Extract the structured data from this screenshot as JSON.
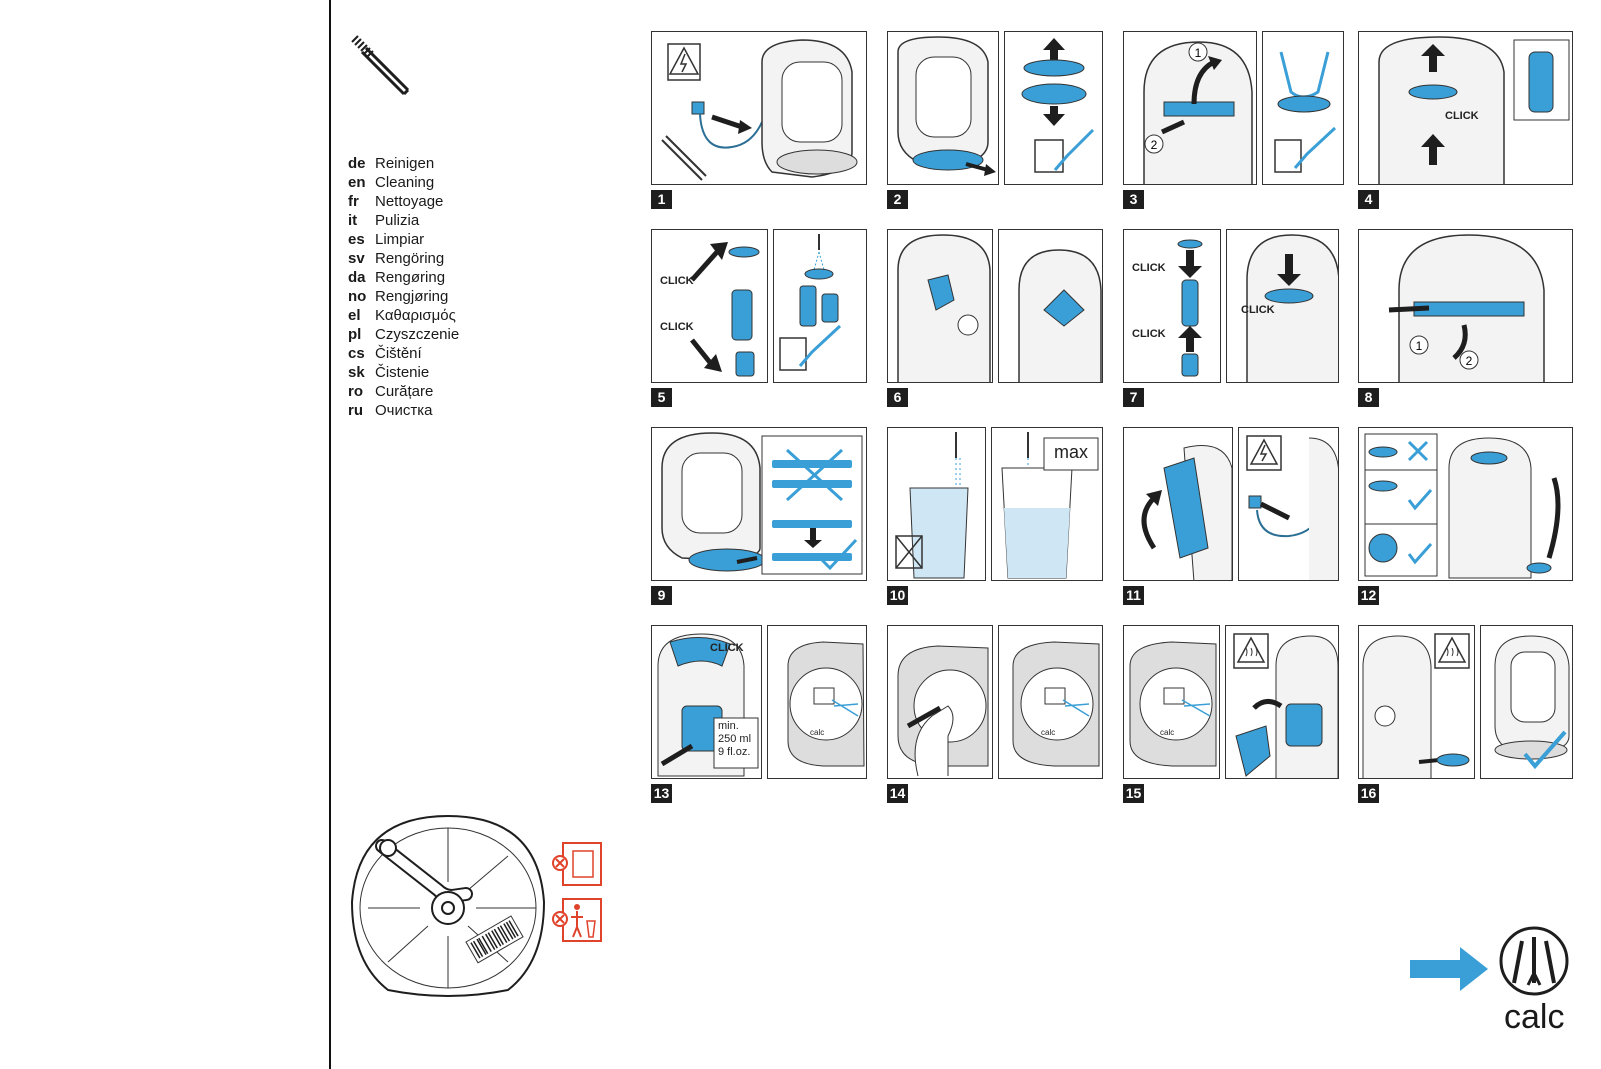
{
  "languages": [
    {
      "code": "de",
      "label": "Reinigen"
    },
    {
      "code": "en",
      "label": "Cleaning"
    },
    {
      "code": "fr",
      "label": "Nettoyage"
    },
    {
      "code": "it",
      "label": "Pulizia"
    },
    {
      "code": "es",
      "label": "Limpiar"
    },
    {
      "code": "sv",
      "label": "Rengöring"
    },
    {
      "code": "da",
      "label": "Rengøring"
    },
    {
      "code": "no",
      "label": "Rengjøring"
    },
    {
      "code": "el",
      "label": "Καθαρισμός"
    },
    {
      "code": "pl",
      "label": "Czyszczenie"
    },
    {
      "code": "cs",
      "label": "Čištění"
    },
    {
      "code": "sk",
      "label": "Čistenie"
    },
    {
      "code": "ro",
      "label": "Curățare"
    },
    {
      "code": "ru",
      "label": "Очистка"
    }
  ],
  "steps": [
    "1",
    "2",
    "3",
    "4",
    "5",
    "6",
    "7",
    "8",
    "9",
    "10",
    "11",
    "12",
    "13",
    "14",
    "15",
    "16"
  ],
  "labels": {
    "click": "CLICK",
    "max": "max",
    "min_line1": "min.",
    "min_line2": "250 ml",
    "min_line3": "9 fl.oz.",
    "calc": "calc",
    "circle1": "1",
    "circle2": "2"
  },
  "colors": {
    "accent_blue": "#3a9fd6",
    "warning_red": "#e0432b",
    "ink": "#1e1e1e"
  }
}
